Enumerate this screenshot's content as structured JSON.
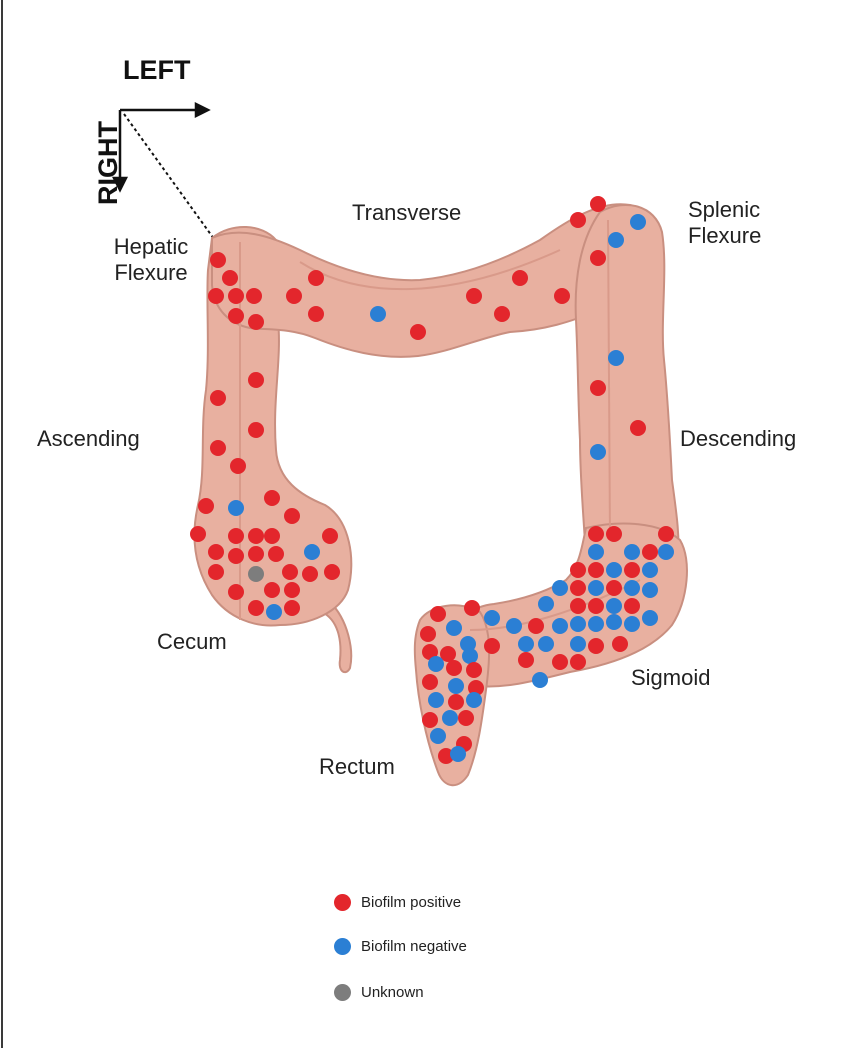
{
  "orientation": {
    "left": "LEFT",
    "right": "RIGHT"
  },
  "regions": {
    "transverse": "Transverse",
    "hepatic_flexure": [
      "Hepatic",
      "Flexure"
    ],
    "splenic_flexure": [
      "Splenic",
      "Flexure"
    ],
    "ascending": "Ascending",
    "descending": "Descending",
    "cecum": "Cecum",
    "sigmoid": "Sigmoid",
    "rectum": "Rectum"
  },
  "legend": [
    {
      "key": "positive",
      "label": "Biofilm positive",
      "color": "#e3262c"
    },
    {
      "key": "negative",
      "label": "Biofilm negative",
      "color": "#2b7fd4"
    },
    {
      "key": "unknown",
      "label": "Unknown",
      "color": "#7d7d7d"
    }
  ],
  "colors": {
    "colon_fill": "#e8b0a0",
    "colon_stroke": "#c98f80",
    "colon_shade": "#d99a8a"
  }
}
